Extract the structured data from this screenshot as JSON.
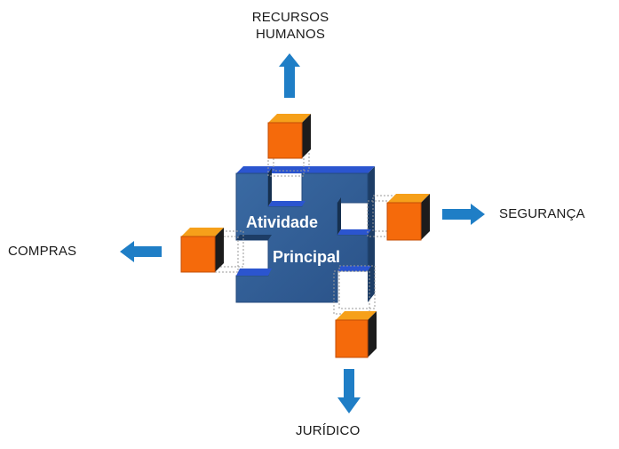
{
  "diagram": {
    "center": {
      "line1": "Atividade",
      "line2": "Principal"
    },
    "labels": {
      "top_line1": "RECURSOS",
      "top_line2": "HUMANOS",
      "right": "SEGURANÇA",
      "left": "COMPRAS",
      "bottom": "JURÍDICO"
    }
  },
  "colors": {
    "main_block": "#2f5d94",
    "main_block_top": "#2b55cf",
    "main_block_side": "#1d3d66",
    "cube_front": "#f56a0b",
    "cube_top": "#f6a01a",
    "cube_side": "#1c1c1c",
    "arrow": "#1f7ec6",
    "text": "#1a1a1a",
    "center_text": "#ffffff"
  }
}
